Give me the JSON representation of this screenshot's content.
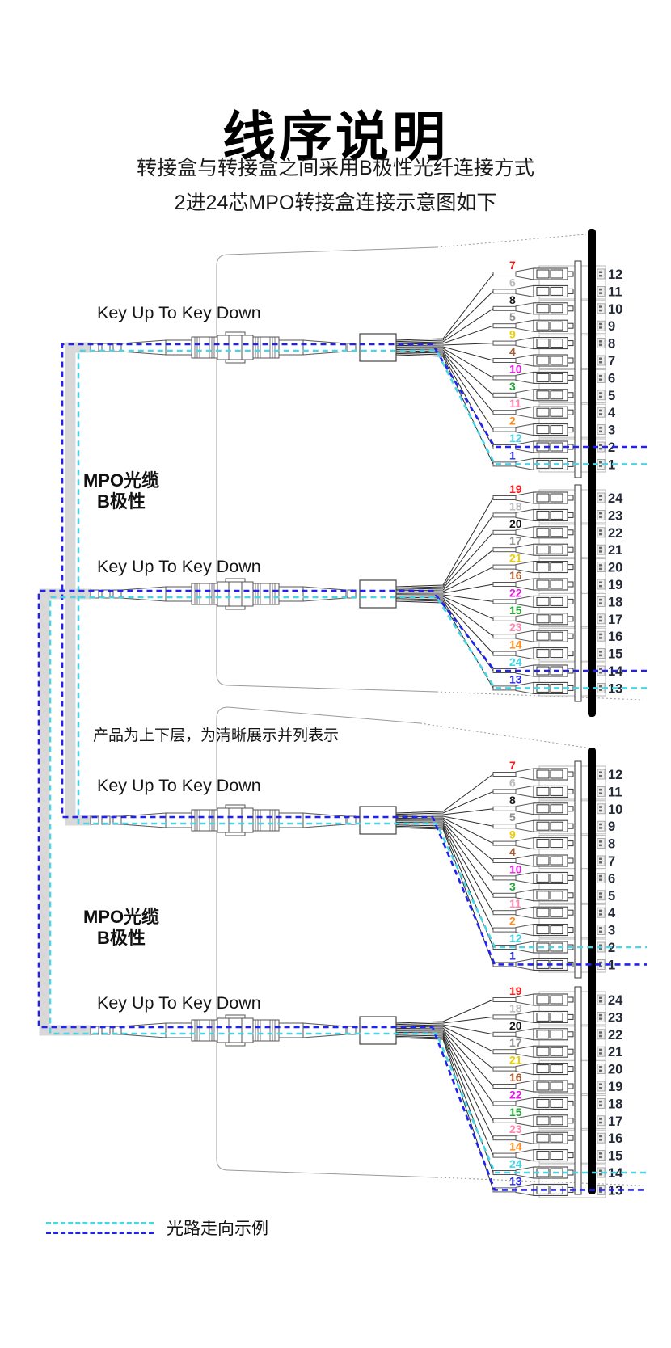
{
  "header": {
    "title": "线序说明",
    "subtitle1": "转接盒与转接盒之间采用B极性光纤连接方式",
    "subtitle2": "2进24芯MPO转接盒连接示意图如下"
  },
  "note": "产品为上下层，为清晰展示并列表示",
  "legend": {
    "label": "光路走向示例"
  },
  "colors": {
    "fiber": {
      "1": "#2428f0",
      "2": "#ff8c1a",
      "3": "#1caa32",
      "4": "#a85a2e",
      "5": "#8f8f8f",
      "6": "#b8b8b8",
      "7": "#ff1515",
      "8": "#161616",
      "9": "#eccd00",
      "10": "#e61ce6",
      "11": "#ff85b2",
      "12": "#45d6e6"
    },
    "route_blue": "#2222ee",
    "route_cyan": "#4ad4e4",
    "port_text": "#252a38",
    "bar": "#000000",
    "cable_gray": "#d8d8d8",
    "outline": "#555555",
    "box_edge": "#9a9a9a"
  },
  "diagram": {
    "key_label": "Key Up To Key Down",
    "mpo_label": [
      "MPO光缆",
      "B极性"
    ],
    "groups": {
      "low": {
        "fibers": [
          7,
          6,
          8,
          5,
          9,
          4,
          10,
          3,
          11,
          2,
          12,
          1
        ],
        "ports": [
          12,
          11,
          10,
          9,
          8,
          7,
          6,
          5,
          4,
          3,
          2,
          1
        ]
      },
      "high": {
        "fibers": [
          19,
          18,
          20,
          17,
          21,
          16,
          22,
          15,
          23,
          14,
          24,
          13
        ],
        "ports": [
          24,
          23,
          22,
          21,
          20,
          19,
          18,
          17,
          16,
          15,
          14,
          13
        ]
      }
    },
    "sections": [
      {
        "id": "top",
        "assemblies": [
          {
            "group": "low",
            "blue_row": 10,
            "cyan_row": 11
          },
          {
            "group": "high",
            "blue_row": 10,
            "cyan_row": 11
          }
        ]
      },
      {
        "id": "bottom",
        "assemblies": [
          {
            "group": "low",
            "blue_row": 11,
            "cyan_row": 10
          },
          {
            "group": "high",
            "blue_row": 11,
            "cyan_row": 10
          }
        ]
      }
    ]
  }
}
